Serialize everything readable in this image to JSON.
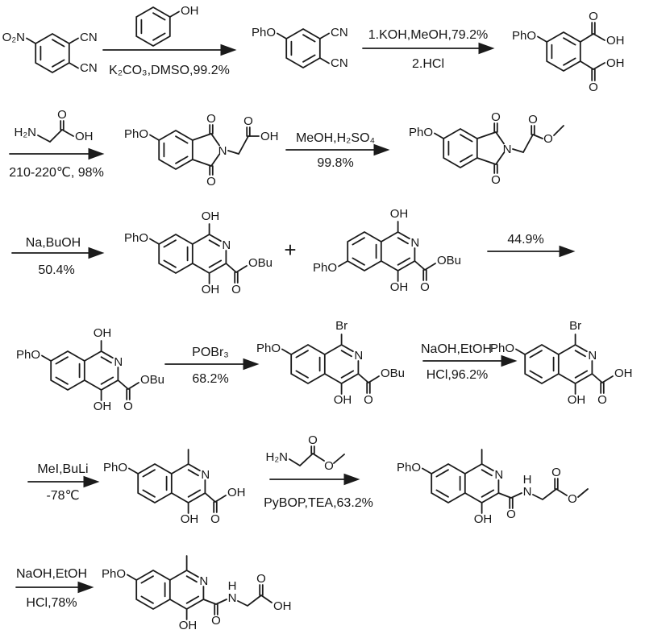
{
  "scheme": {
    "description": "Multi-step organic synthesis reaction scheme",
    "ink_color": "#1b1b1b",
    "background_color": "#ffffff"
  },
  "molecules": {
    "nitro_phthalonitrile": {
      "no2": "O₂N",
      "cn1": "CN",
      "cn2": "CN"
    },
    "phenol": {
      "oh": "OH"
    },
    "pho_phthalonitrile": {
      "pho": "PhO",
      "cn1": "CN",
      "cn2": "CN"
    },
    "pho_phthalic_acid": {
      "pho": "PhO",
      "o1": "O",
      "oh1": "OH",
      "oh2": "OH",
      "o2": "O"
    },
    "glycine": {
      "h2n": "H₂N",
      "o": "O",
      "oh": "OH"
    },
    "phthalimide_acid": {
      "pho": "PhO",
      "n": "N",
      "o_top": "O",
      "o_bottom": "O",
      "o_acyl": "O",
      "oh": "OH"
    },
    "phthalimide_ester": {
      "pho": "PhO",
      "n": "N",
      "o_top": "O",
      "o_bottom": "O",
      "o_acyl": "O",
      "o_ester": "O"
    },
    "iq7_hydroxy_ester": {
      "pho": "PhO",
      "oh_top": "OH",
      "n": "N",
      "obu": "OBu",
      "o": "O",
      "oh_bottom": "OH"
    },
    "iq6_hydroxy_ester": {
      "pho": "PhO",
      "oh_top": "OH",
      "n": "N",
      "obu": "OBu",
      "o": "O",
      "oh_bottom": "OH"
    },
    "iq7_bromo_ester": {
      "pho": "PhO",
      "br": "Br",
      "n": "N",
      "obu": "OBu",
      "o": "O",
      "oh_bottom": "OH"
    },
    "iq7_bromo_acid": {
      "pho": "PhO",
      "br": "Br",
      "n": "N",
      "oh_acid": "OH",
      "o": "O",
      "oh_bottom": "OH"
    },
    "iq7_methyl_acid": {
      "pho": "PhO",
      "n": "N",
      "oh_acid": "OH",
      "o": "O",
      "oh_bottom": "OH"
    },
    "glycine_methyl_ester": {
      "h2n": "H₂N",
      "o": "O",
      "o_ester": "O"
    },
    "iq_amide_ester": {
      "pho": "PhO",
      "n": "N",
      "oh_bottom": "OH",
      "o_amide": "O",
      "h_amide": "H",
      "n_amide": "N",
      "o_acyl": "O",
      "o_ester": "O"
    },
    "iq_amide_acid": {
      "pho": "PhO",
      "n": "N",
      "oh_bottom": "OH",
      "o_amide": "O",
      "h_amide": "H",
      "n_amide": "N",
      "o_acyl": "O",
      "oh_acid": "OH"
    }
  },
  "reagents": {
    "step1_below": "K₂CO₃,DMSO,99.2%",
    "step2_above": "1.KOH,MeOH,79.2%",
    "step2_below": "2.HCl",
    "step3_below": "210-220℃, 98%",
    "step4_above": "MeOH,H₂SO₄",
    "step4_below": "99.8%",
    "step5_above": "Na,BuOH",
    "step5_below": "50.4%",
    "step6_above": "44.9%",
    "step7_above": "POBr₃",
    "step7_below": "68.2%",
    "step8_above": "NaOH,EtOH",
    "step8_below": "HCl,96.2%",
    "step9_above": "MeI,BuLi",
    "step9_below": "-78℃",
    "step10_below": "PyBOP,TEA,63.2%",
    "step11_above": "NaOH,EtOH",
    "step11_below": "HCl,78%"
  },
  "operators": {
    "plus": "+"
  }
}
